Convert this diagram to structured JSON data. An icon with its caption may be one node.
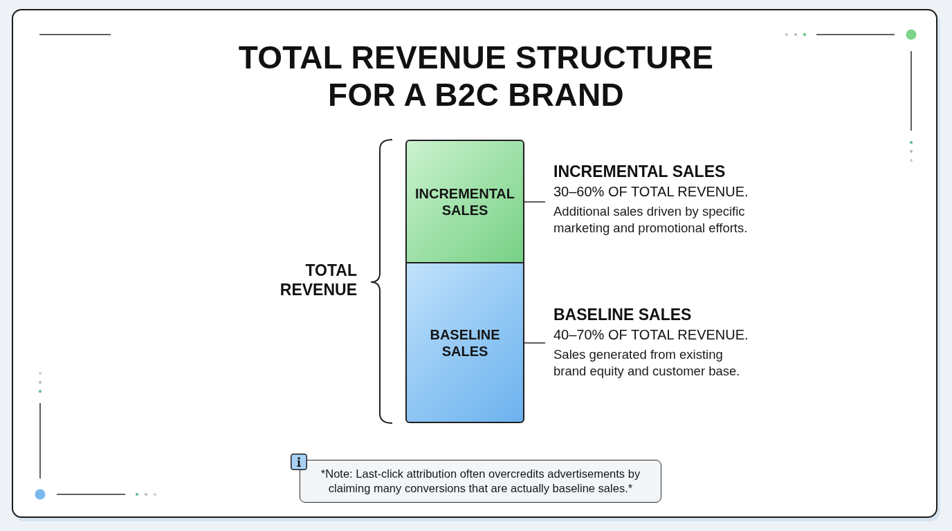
{
  "diagram": {
    "title": "TOTAL REVENUE STRUCTURE FOR A B2C BRAND",
    "nodes": [
      {
        "text": [
          "INCREMENTAL SALES"
        ]
      },
      {
        "text": [
          "INCREMENTAL SALES",
          "30–60% OF TOTAL REVENUE.",
          "Additional sales driven by specific marketing and promotional efforts."
        ]
      },
      {
        "text": [
          "BASELINE SALES"
        ]
      },
      {
        "text": [
          "BASELINE SALES",
          "40–70% OF TOTAL REVENUE.",
          "Sales generated from existing brand equity and customer base."
        ]
      },
      {
        "text": [
          "*Note: Last-click attribution often overcredits advertisements by claiming many conversions that are actually baseline sales.*"
        ]
      }
    ],
    "edges": [
      {
        "from": 0,
        "to": 1,
        "arrow": "none"
      },
      {
        "from": 2,
        "to": 3,
        "arrow": "none"
      }
    ],
    "labels": [
      "TOTAL REVENUE"
    ]
  }
}
